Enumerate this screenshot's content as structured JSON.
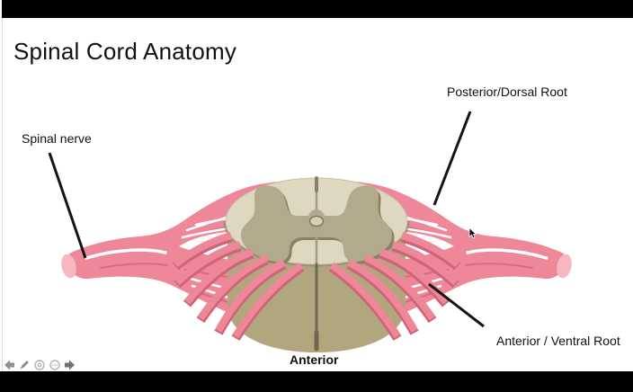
{
  "slide": {
    "title": "Spinal Cord Anatomy",
    "labels": {
      "posterior_root": "Posterior/Dorsal Root",
      "spinal_nerve": "Spinal nerve",
      "anterior_root": "Anterior / Ventral Root",
      "anterior_caption": "Anterior"
    }
  },
  "player": {
    "icons": [
      {
        "name": "previous-arrow-icon"
      },
      {
        "name": "pen-tool-icon"
      },
      {
        "name": "pointer-circle-icon"
      },
      {
        "name": "more-ellipsis-icon"
      },
      {
        "name": "next-arrow-icon"
      }
    ]
  },
  "colors": {
    "letterbox": "#000000",
    "nerve_pink": "#ee8797",
    "nerve_edge_pink": "#d4687e",
    "nerve_cut_face": "#f6b6c2",
    "white_matter_cream": "#ded8c1",
    "gray_matter": "#b3a98c",
    "gray_matter_shadow": "#8b8165",
    "cord_front_khaki": "#b1a77f",
    "fissure": "#6f6850",
    "label_line": "#141414"
  }
}
